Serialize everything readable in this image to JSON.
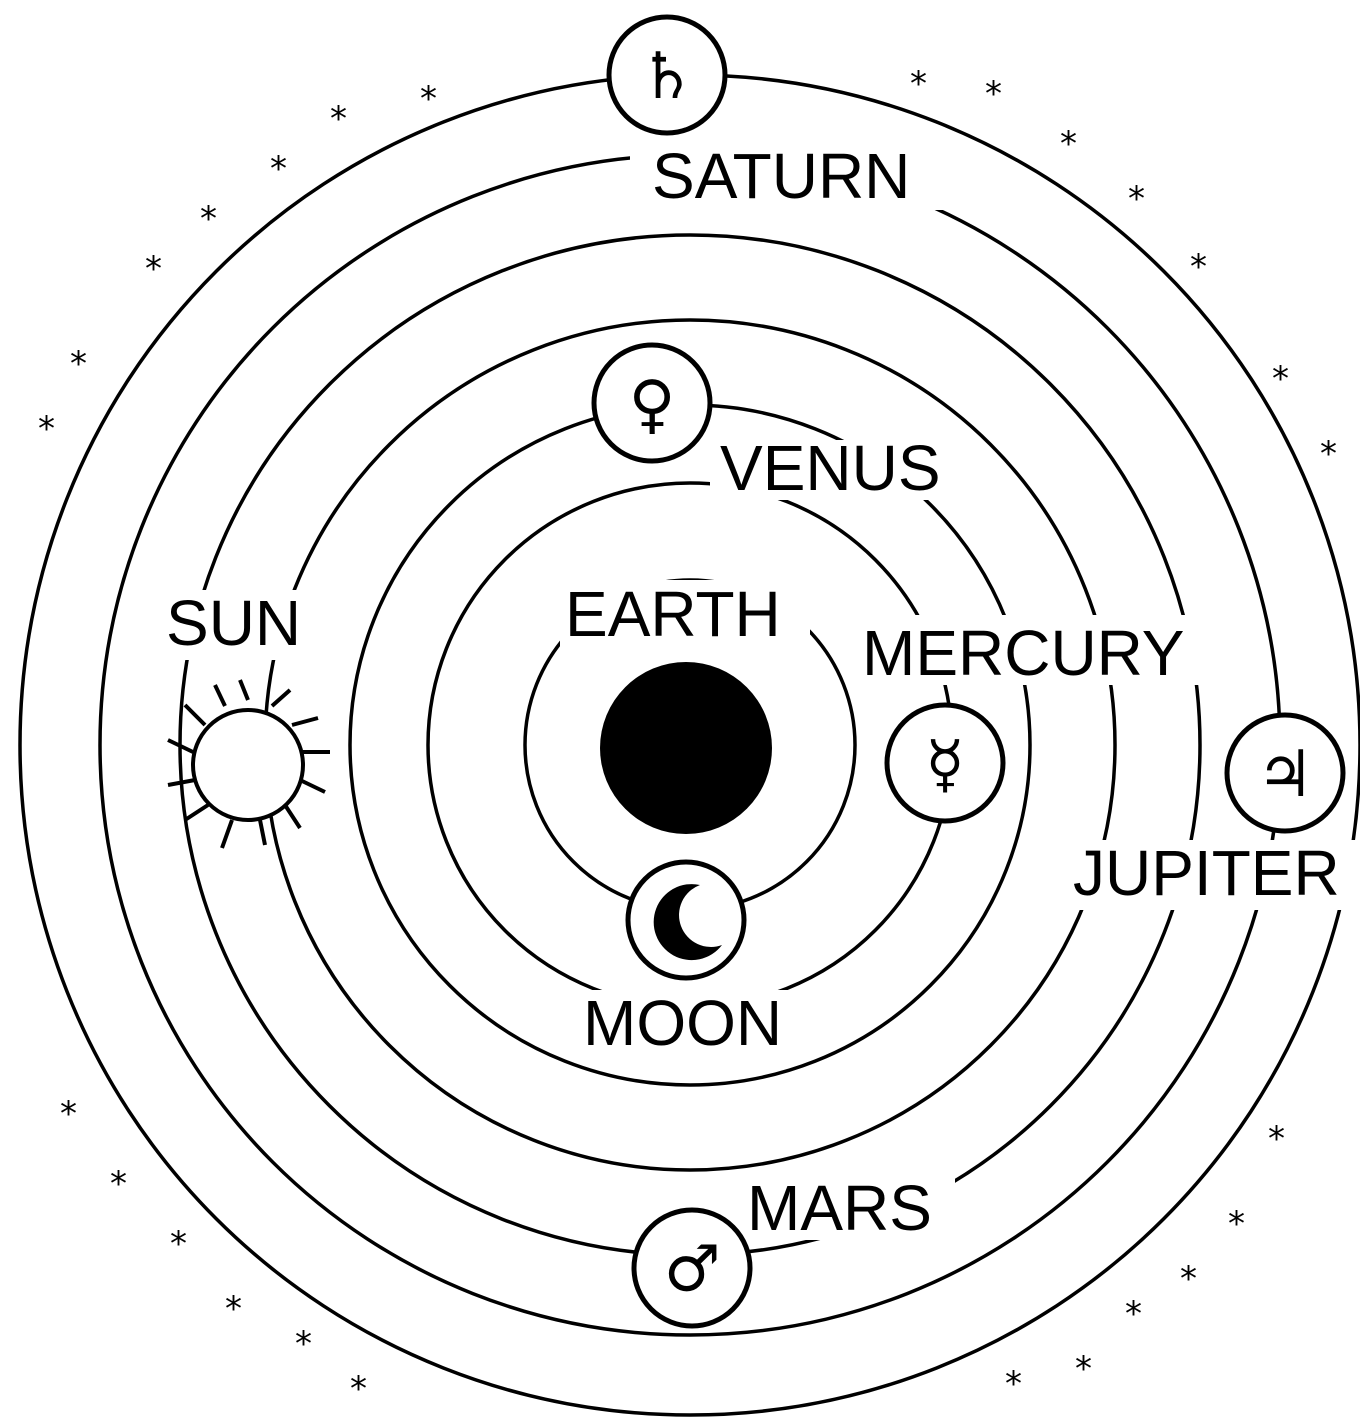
{
  "bodies": {
    "saturn": {
      "label": "SATURN",
      "symbol": "♄"
    },
    "venus": {
      "label": "VENUS",
      "symbol": "♀"
    },
    "sun": {
      "label": "SUN",
      "symbol": "sun-icon"
    },
    "earth": {
      "label": "EARTH",
      "symbol": "earth-disc"
    },
    "mercury": {
      "label": "MERCURY",
      "symbol": "☿"
    },
    "jupiter": {
      "label": "JUPITER",
      "symbol": "♃"
    },
    "moon": {
      "label": "MOON",
      "symbol": "moon-icon"
    },
    "mars": {
      "label": "MARS",
      "symbol": "♂"
    }
  },
  "colors": {
    "ink": "#000000",
    "paper": "#ffffff"
  }
}
